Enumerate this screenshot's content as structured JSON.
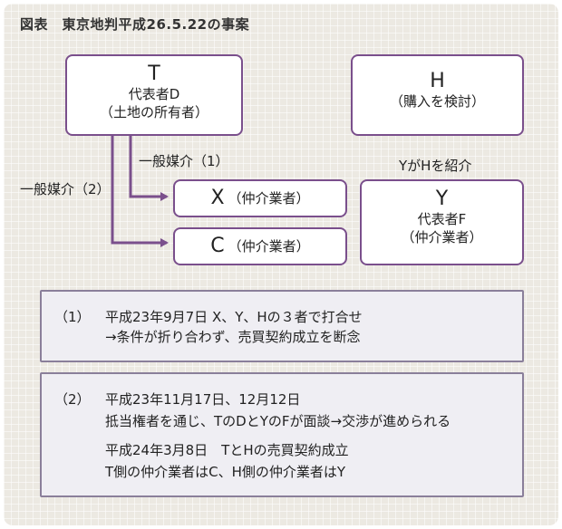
{
  "title": "図表　東京地判平成26.5.22の事案",
  "nodes": {
    "t": {
      "letter": "T",
      "line1": "代表者D",
      "line2": "（土地の所有者）"
    },
    "h": {
      "letter": "H",
      "line1": "（購入を検討）"
    },
    "x": {
      "letter": "X",
      "line1": "（仲介業者）"
    },
    "c": {
      "letter": "C",
      "line1": "（仲介業者）"
    },
    "y": {
      "letter": "Y",
      "line1": "代表者F",
      "line2": "（仲介業者）"
    }
  },
  "edges": {
    "mediation1": "一般媒介（1）",
    "mediation2": "一般媒介（2）",
    "intro": "YがHを紹介"
  },
  "notes": [
    {
      "num": "（1）",
      "lines": [
        "平成23年9月7日 X、Y、Hの３者で打合せ",
        "→条件が折り合わず、売買契約成立を断念"
      ]
    },
    {
      "num": "（2）",
      "lines": [
        "平成23年11月17日、12月12日",
        "抵当権者を通じ、TのDとYのFが面談→交渉が進められる",
        "平成24年3月8日　TとHの売買契約成立",
        "T側の仲介業者はC、H側の仲介業者はY"
      ]
    }
  ],
  "colors": {
    "accent": "#7a4f8c",
    "panel": "#ece9e2",
    "note_bg": "#efeef3"
  }
}
